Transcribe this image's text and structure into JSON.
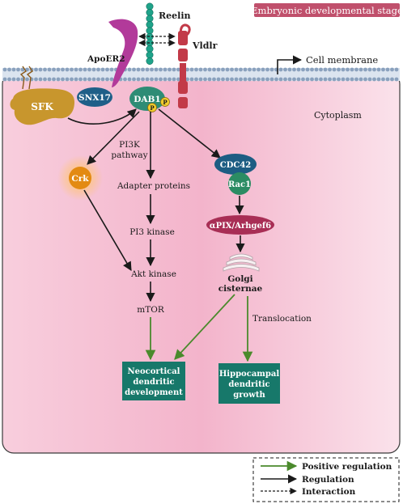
{
  "stage_label": "Embryonic developmental stage",
  "labels": {
    "reelin": "Reelin",
    "apoer2": "ApoER2",
    "vldlr": "Vldlr",
    "cell_membrane": "Cell membrane",
    "cytoplasm": "Cytoplasm",
    "sfk": "SFK",
    "snx17": "SNX17",
    "dab1": "DAB1",
    "phospho": "P",
    "crk": "Crk",
    "pi3k_line1": "PI3K",
    "pi3k_line2": "pathway",
    "adapter": "Adapter proteins",
    "pi3_kinase": "PI3 kinase",
    "akt": "Akt kinase",
    "mtor": "mTOR",
    "cdc42": "CDC42",
    "rac1": "Rac1",
    "pix": "αPIX/Arhgef6",
    "golgi_line1": "Golgi",
    "golgi_line2": "cisternae",
    "translocation": "Translocation",
    "neo_line1": "Neocortical",
    "neo_line2": "dendritic",
    "neo_line3": "development",
    "hip_line1": "Hippocampal",
    "hip_line2": "dendritic",
    "hip_line3": "growth"
  },
  "legend": {
    "positive": "Positive regulation",
    "regulation": "Regulation",
    "interaction": "Interaction"
  },
  "colors": {
    "stage_bg": "#c0506c",
    "cytoplasm": "#f6c9d9",
    "membrane": "#8aa1bd",
    "reelin": "#1fa38a",
    "apoer2": "#b23a9a",
    "vldlr": "#c23a48",
    "sfk": "#c8962d",
    "snx17": "#1f5f88",
    "dab1": "#2e8c75",
    "phospho": "#f2cc2c",
    "crk": "#e38a12",
    "cdc42": "#1d5d83",
    "rac1": "#2b8c63",
    "pix": "#a82e55",
    "outcome": "#17786a",
    "positive_arrow": "#4a8a2c"
  }
}
